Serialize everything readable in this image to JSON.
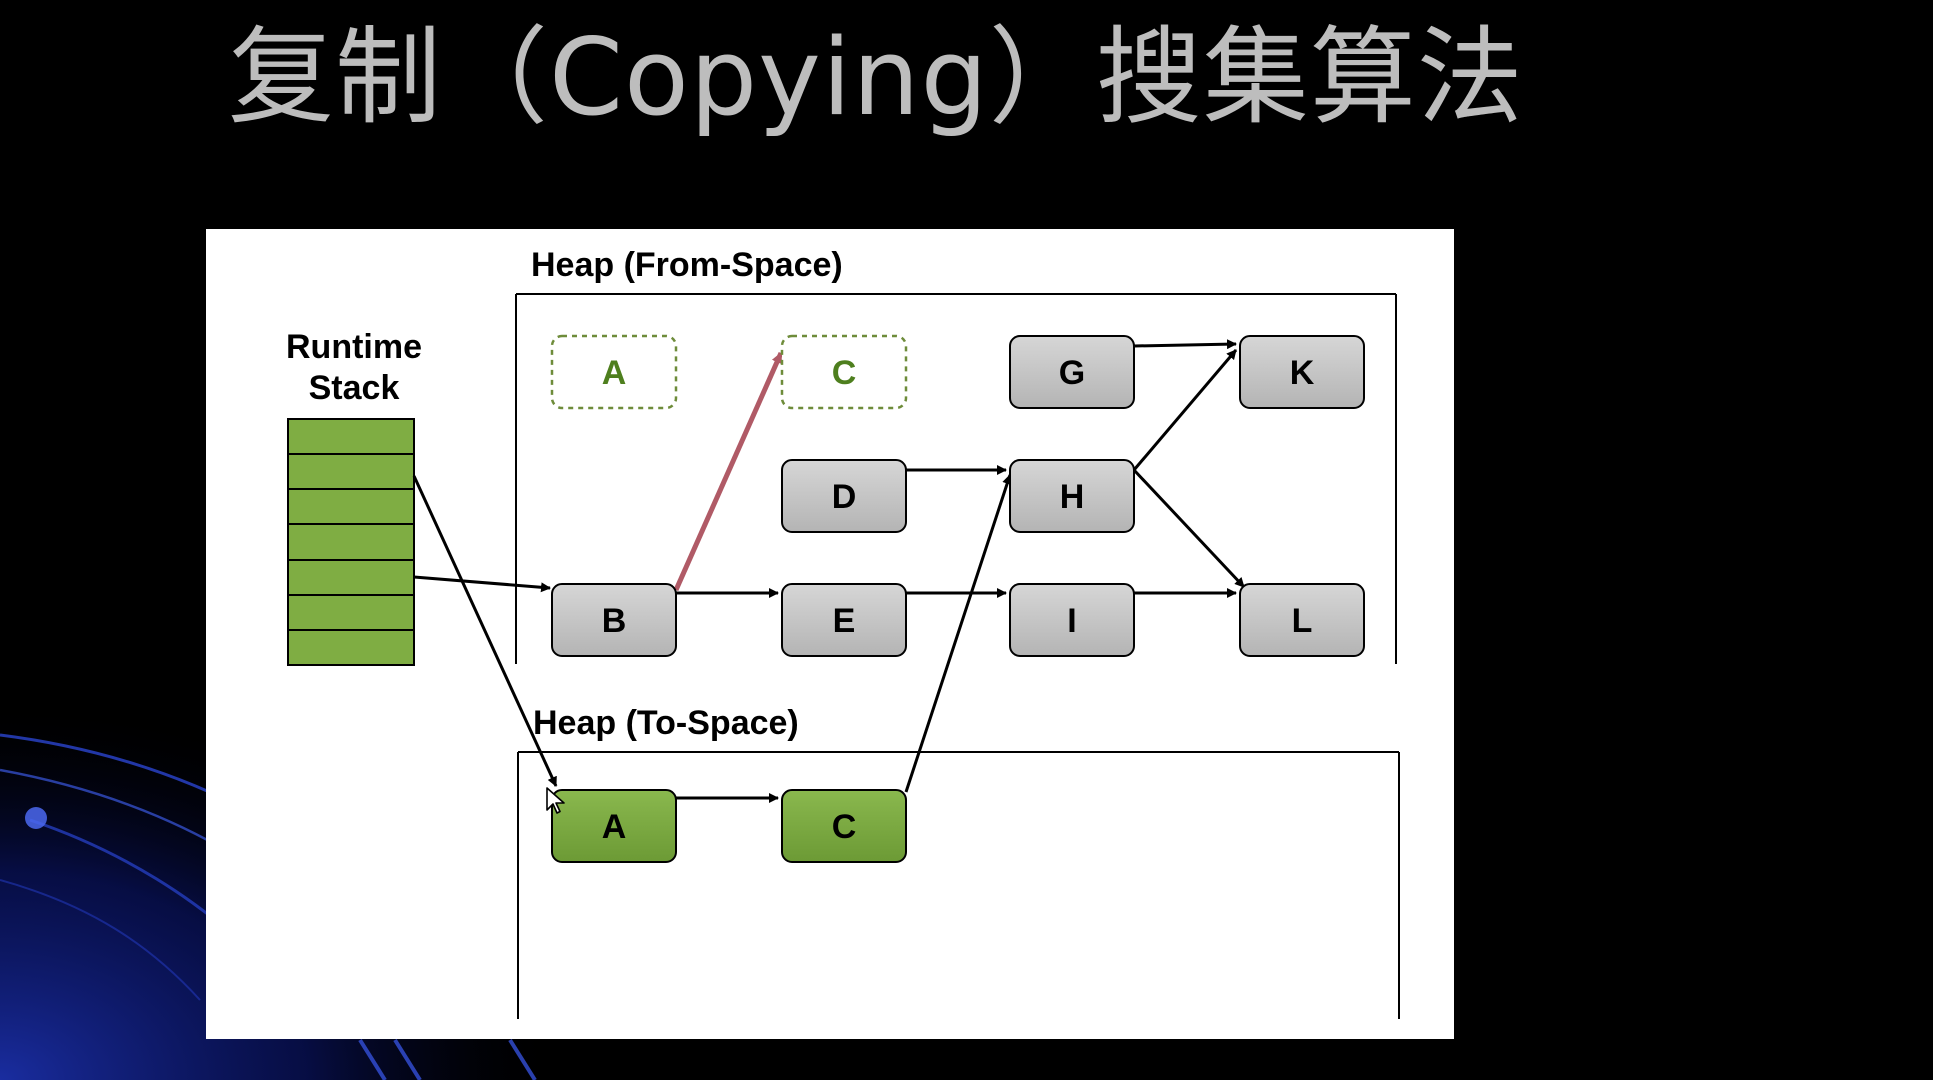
{
  "slide": {
    "title": "复制（Copying）搜集算法"
  },
  "diagram": {
    "stack_label_line1": "Runtime",
    "stack_label_line2": "Stack",
    "from_space_label": "Heap (From-Space)",
    "to_space_label": "Heap (To-Space)",
    "from_space_nodes": {
      "A_old": "A",
      "C_old": "C",
      "G": "G",
      "K": "K",
      "D": "D",
      "H": "H",
      "B": "B",
      "E": "E",
      "I": "I",
      "L": "L"
    },
    "to_space_nodes": {
      "A_new": "A",
      "C_new": "C"
    }
  },
  "colors": {
    "background": "#000000",
    "title": "#bdbdbd",
    "live_object": "#7fad43",
    "old_object": "#c8c8c8",
    "copied_label": "#4e7f1e",
    "forward_pointer": "#b05a66"
  }
}
